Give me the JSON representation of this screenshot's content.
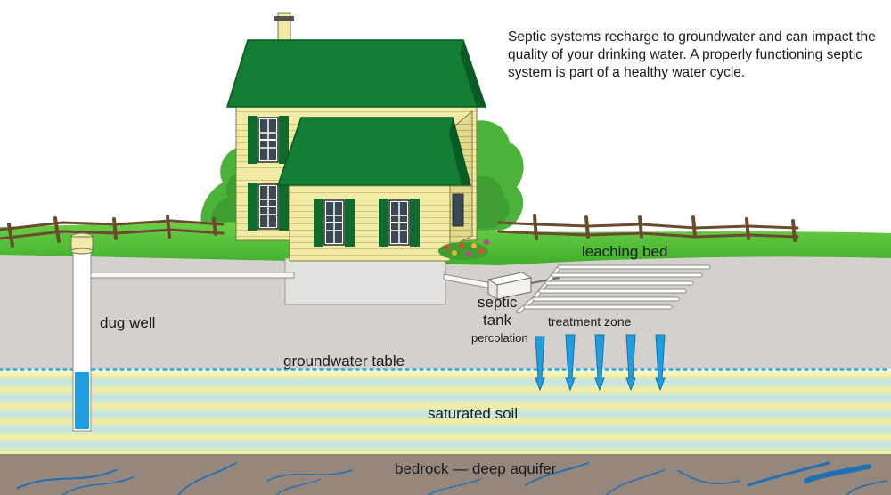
{
  "description": "Septic systems recharge to groundwater and can impact the quality of your drinking water. A properly functioning septic system is part of a healthy water cycle.",
  "labels": {
    "leaching_bed": "leaching bed",
    "septic": "septic",
    "tank": "tank",
    "treatment_zone": "treatment zone",
    "percolation": "percolation",
    "dug_well": "dug well",
    "groundwater_table": "groundwater table",
    "saturated_soil": "saturated soil",
    "bedrock": "bedrock — deep aquifer"
  },
  "colors": {
    "grass": "#5fc43c",
    "roof": "#127f35",
    "siding": "#f1eaa0",
    "shutter": "#0f6a2b",
    "soil": "#d3d0cd",
    "water": "#1f9fe0",
    "bedrock": "#96877d",
    "aquifer_crack": "#1f6fb4",
    "tree": "#4bb23a"
  }
}
